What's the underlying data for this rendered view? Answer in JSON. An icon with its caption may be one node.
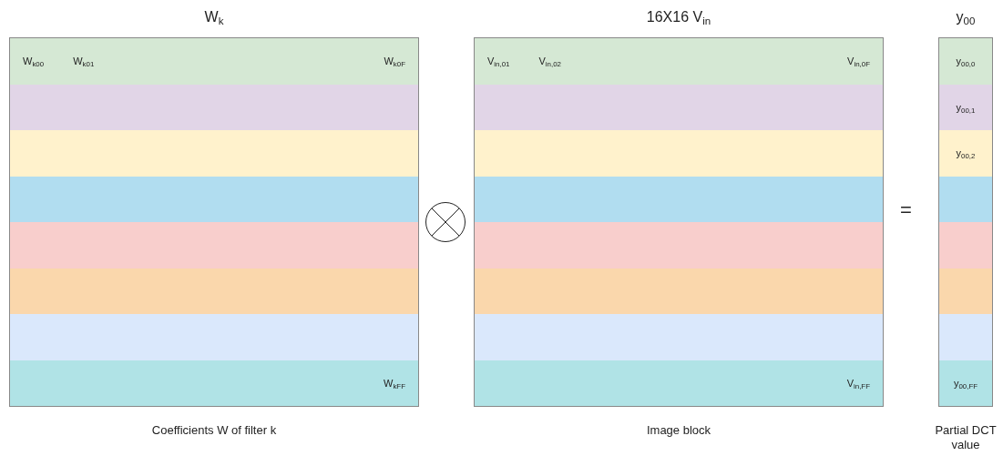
{
  "diagram": {
    "nodes": [
      {
        "text": [
          "W$_{k}$"
        ],
        "beside": [
          "Coefficients W of filter k"
        ]
      },
      {
        "text": [
          "W$_{k00}$",
          "W$_{k01}$",
          "W$_{k0F}$"
        ],
        "in": 0
      },
      {
        "text": [],
        "shape": "bar",
        "in": 0
      },
      {
        "text": [],
        "shape": "bar",
        "in": 0
      },
      {
        "text": [],
        "shape": "bar",
        "in": 0
      },
      {
        "text": [],
        "shape": "bar",
        "in": 0
      },
      {
        "text": [],
        "shape": "bar",
        "in": 0
      },
      {
        "text": [],
        "shape": "bar",
        "in": 0
      },
      {
        "text": [
          "W$_{kFF}$"
        ],
        "in": 0
      },
      {
        "text": [
          "16X16 V$_{in}$"
        ],
        "beside": [
          "Image block"
        ]
      },
      {
        "text": [
          "V$_{in,01}$",
          "V$_{in,02}$",
          "V$_{in,0F}$"
        ],
        "in": 9
      },
      {
        "text": [],
        "shape": "bar",
        "in": 9
      },
      {
        "text": [],
        "shape": "bar",
        "in": 9
      },
      {
        "text": [],
        "shape": "bar",
        "in": 9
      },
      {
        "text": [],
        "shape": "bar",
        "in": 9
      },
      {
        "text": [],
        "shape": "bar",
        "in": 9
      },
      {
        "text": [],
        "shape": "bar",
        "in": 9
      },
      {
        "text": [
          "V$_{in,FF}$"
        ],
        "in": 9
      },
      {
        "text": [
          "y$_{00}$"
        ],
        "beside": [
          "Partial DCT value"
        ]
      },
      {
        "text": [
          "y$_{00,0}$"
        ],
        "in": 18
      },
      {
        "text": [
          "y$_{00,1}$"
        ],
        "in": 18
      },
      {
        "text": [
          "y$_{00,2}$"
        ],
        "in": 18
      },
      {
        "text": [],
        "shape": "bar",
        "in": 18
      },
      {
        "text": [],
        "shape": "bar",
        "in": 18
      },
      {
        "text": [],
        "shape": "bar",
        "in": 18
      },
      {
        "text": [],
        "shape": "bar",
        "in": 18
      },
      {
        "text": [
          "y$_{00,FF}$"
        ],
        "in": 18
      }
    ],
    "labels": [
      "="
    ]
  }
}
